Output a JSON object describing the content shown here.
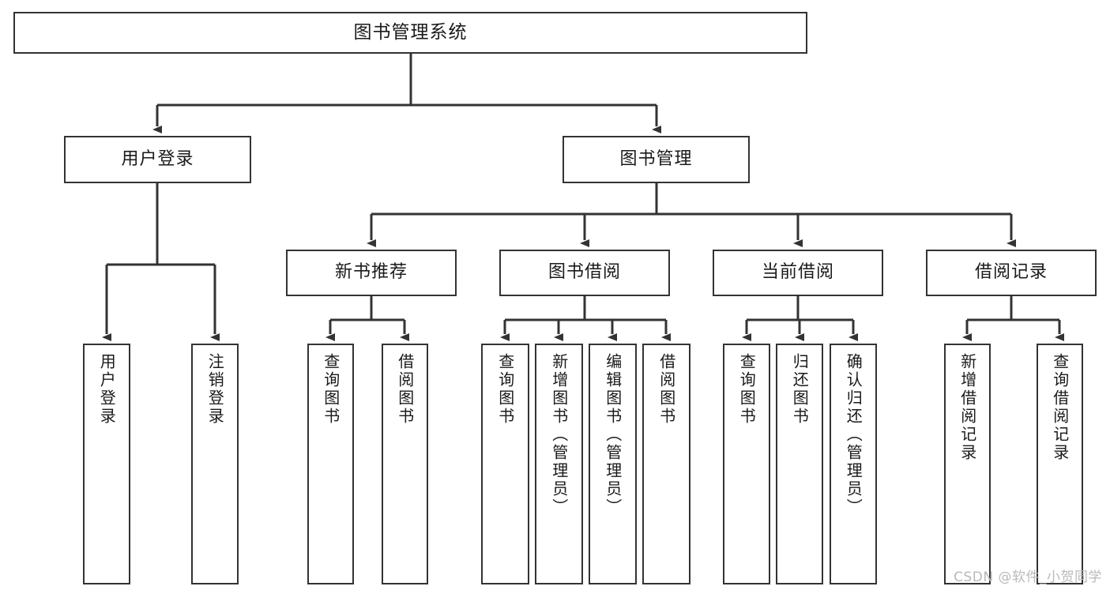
{
  "diagram": {
    "title": "图书管理系统",
    "type": "tree",
    "root": {
      "label": "图书管理系统"
    },
    "level2": [
      {
        "label": "用户登录"
      },
      {
        "label": "图书管理"
      }
    ],
    "level3": [
      {
        "label": "新书推荐"
      },
      {
        "label": "图书借阅"
      },
      {
        "label": "当前借阅"
      },
      {
        "label": "借阅记录"
      }
    ],
    "leaves": {
      "user_login": [
        {
          "label": "用户登录"
        },
        {
          "label": "注销登录"
        }
      ],
      "new_book_recommend": [
        {
          "label": "查询图书"
        },
        {
          "label": "借阅图书"
        }
      ],
      "book_borrow": [
        {
          "label": "查询图书"
        },
        {
          "label": "新增图书（管理员）"
        },
        {
          "label": "编辑图书（管理员）"
        },
        {
          "label": "借阅图书"
        }
      ],
      "current_borrow": [
        {
          "label": "查询图书"
        },
        {
          "label": "归还图书"
        },
        {
          "label": "确认归还（管理员）"
        }
      ],
      "borrow_record": [
        {
          "label": "新增借阅记录"
        },
        {
          "label": "查询借阅记录"
        }
      ]
    }
  },
  "watermark": {
    "text": "CSDN @软件_小贺同学"
  },
  "colors": {
    "stroke": "#333333",
    "background": "#ffffff",
    "text": "#1a1a1a",
    "watermark": "#b9b9b9"
  }
}
